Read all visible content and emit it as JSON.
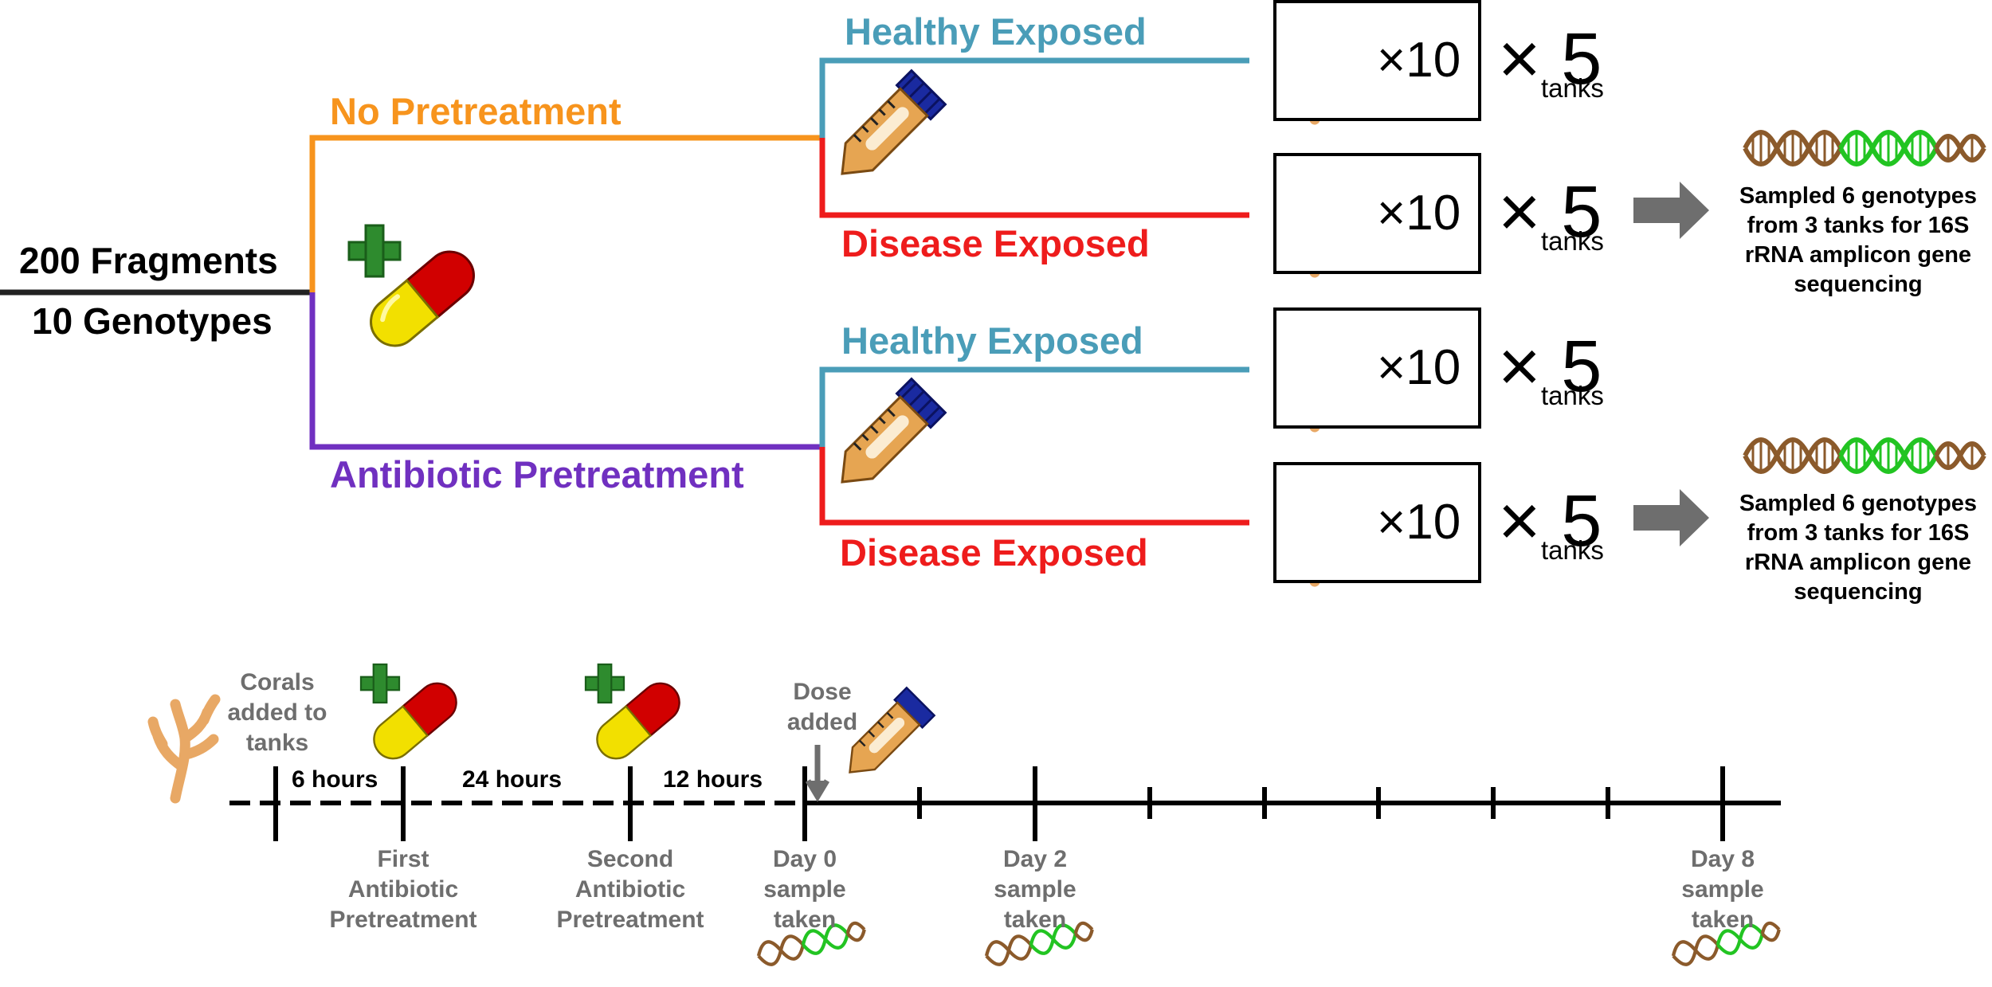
{
  "colors": {
    "orange": "#f7941d",
    "purple": "#7030c0",
    "teal": "#4a9db8",
    "red": "#ee1c1c",
    "gray_text": "#6e6e6e",
    "arrow_gray": "#6e6e6e",
    "dna_brown": "#8b5a2b",
    "dna_green": "#22c422"
  },
  "start": {
    "fragments": "200 Fragments",
    "genotypes": "10 Genotypes"
  },
  "pretreatments": [
    {
      "label": "No Pretreatment",
      "color": "orange"
    },
    {
      "label": "Antibiotic Pretreatment",
      "color": "purple"
    }
  ],
  "groups": [
    {
      "label": "Healthy Exposed",
      "color": "teal",
      "count": "×10",
      "multiplier": "× 5",
      "unit": "tanks",
      "sampled": ""
    },
    {
      "label": "Disease Exposed",
      "color": "red",
      "count": "×10",
      "multiplier": "× 5",
      "unit": "tanks",
      "sampled": "Sampled 6 genotypes from 3 tanks for 16S rRNA amplicon gene sequencing"
    },
    {
      "label": "Healthy Exposed",
      "color": "teal",
      "count": "×10",
      "multiplier": "× 5",
      "unit": "tanks",
      "sampled": ""
    },
    {
      "label": "Disease Exposed",
      "color": "red",
      "count": "×10",
      "multiplier": "× 5",
      "unit": "tanks",
      "sampled": "Sampled 6 genotypes from 3 tanks for 16S rRNA amplicon gene sequencing"
    }
  ],
  "sampled_lines": [
    [
      "Sampled 6 genotypes",
      "from 3 tanks for 16S",
      "rRNA amplicon gene",
      "sequencing"
    ]
  ],
  "timeline": {
    "corals_added": [
      "Corals",
      "added to",
      "tanks"
    ],
    "intervals": [
      "6 hours",
      "24 hours",
      "12 hours"
    ],
    "dose": [
      "Dose",
      "added"
    ],
    "events": [
      [
        "First",
        "Antibiotic",
        "Pretreatment"
      ],
      [
        "Second",
        "Antibiotic",
        "Pretreatment"
      ],
      [
        "Day 0",
        "sample",
        "taken"
      ],
      [
        "Day 2",
        "sample",
        "taken"
      ],
      [
        "Day 8",
        "sample",
        "taken"
      ]
    ]
  },
  "icons": {
    "coral": "coral-icon",
    "pill": "antibiotic-capsule-icon",
    "cross": "green-cross-icon",
    "tube": "test-tube-icon",
    "dna": "dna-helix-icon",
    "arrow": "right-arrow-icon"
  }
}
